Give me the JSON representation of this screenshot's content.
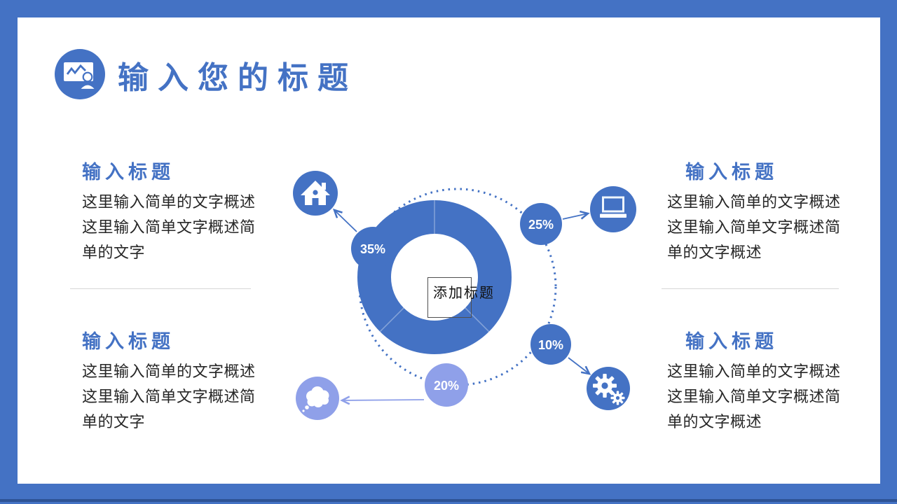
{
  "header": {
    "title": "输入您的标题",
    "icon": "presentation-chart-icon"
  },
  "blocks": [
    {
      "position": "top-left",
      "heading": "输入标题",
      "body": "这里输入简单的文字概述\n这里输入简单文字概述简\n单的文字"
    },
    {
      "position": "top-right",
      "heading": "输入标题",
      "body": "这里输入简单的文字概述\n这里输入简单文字概述简\n单的文字概述"
    },
    {
      "position": "bottom-left",
      "heading": "输入标题",
      "body": "这里输入简单的文字概述\n这里输入简单文字概述简\n单的文字"
    },
    {
      "position": "bottom-right",
      "heading": "输入标题",
      "body": "这里输入简单的文字概述\n这里输入简单文字概述简\n单的文字概述"
    }
  ],
  "donut": {
    "type": "donut",
    "center_label": "添加标题",
    "segments": [
      {
        "label": "35%",
        "value": 35,
        "icon": "home-icon"
      },
      {
        "label": "25%",
        "value": 25,
        "icon": "laptop-icon"
      },
      {
        "label": "10%",
        "value": 10,
        "icon": "gear-icon"
      },
      {
        "label": "20%",
        "value": 20,
        "icon": "thought-bubble-icon"
      }
    ]
  },
  "colors": {
    "primary": "#4472C4",
    "light_accent": "#8FA0E9",
    "body_text": "#262626",
    "frame_dark": "#2E5395"
  }
}
